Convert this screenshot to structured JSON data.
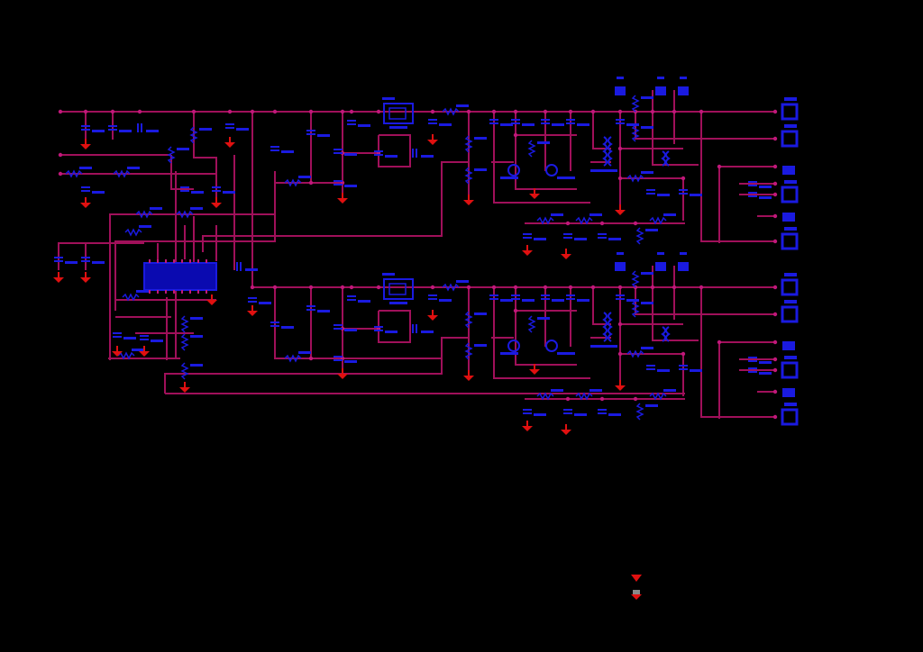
{
  "colors": {
    "background": "#000000",
    "wire": "#a0105a",
    "junction": "#c0187a",
    "component": "#1a1ae0",
    "component_fill": "#0a0ab0",
    "ground": "#e01010",
    "connector": "#1a1ae0"
  },
  "schematic": {
    "channels": [
      "upper-channel",
      "lower-channel"
    ],
    "ground_symbols_count": 26,
    "connectors_per_channel": 6
  },
  "legend": {
    "items": [
      "ground-symbol",
      "power-symbol"
    ]
  }
}
